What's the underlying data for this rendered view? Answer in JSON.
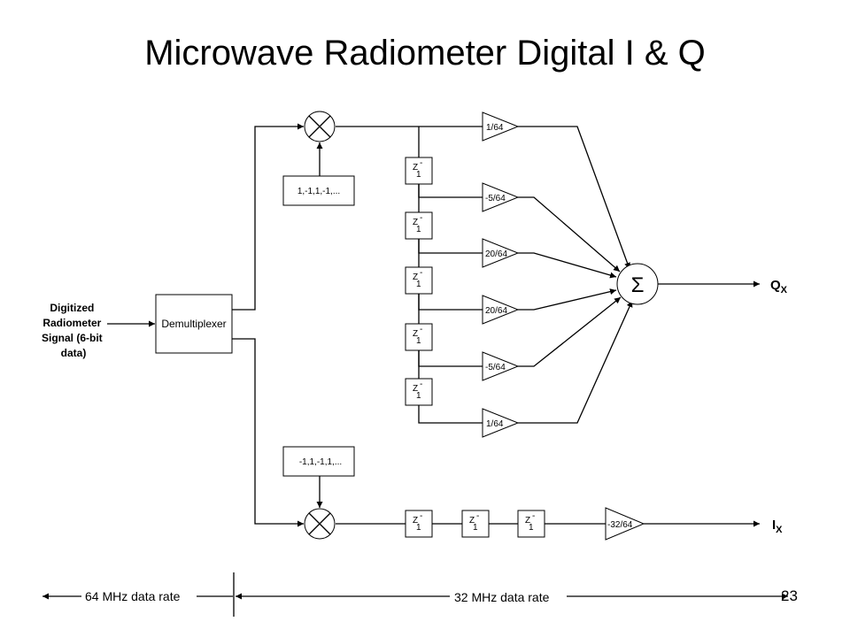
{
  "title": "Microwave Radiometer Digital I & Q",
  "input_label": [
    "Digitized",
    "Radiometer",
    "Signal (6-bit",
    "data)"
  ],
  "demux_label": "Demultiplexer",
  "seq_top": "1,-1,1,-1,...",
  "seq_bottom": "-1,1,-1,1,...",
  "delay": {
    "z": "Z",
    "sup": "-",
    "sub": "1"
  },
  "q_gains": [
    "1/64",
    "-5/64",
    "20/64",
    "20/64",
    "-5/64",
    "1/64"
  ],
  "i_gain": "-32/64",
  "sum_symbol": "Σ",
  "output_q": {
    "main": "Q",
    "sub": "X"
  },
  "output_i": {
    "main": "I",
    "sub": "X"
  },
  "rate_left": "64 MHz data rate",
  "rate_right": "32 MHz data rate",
  "page_number": "23"
}
